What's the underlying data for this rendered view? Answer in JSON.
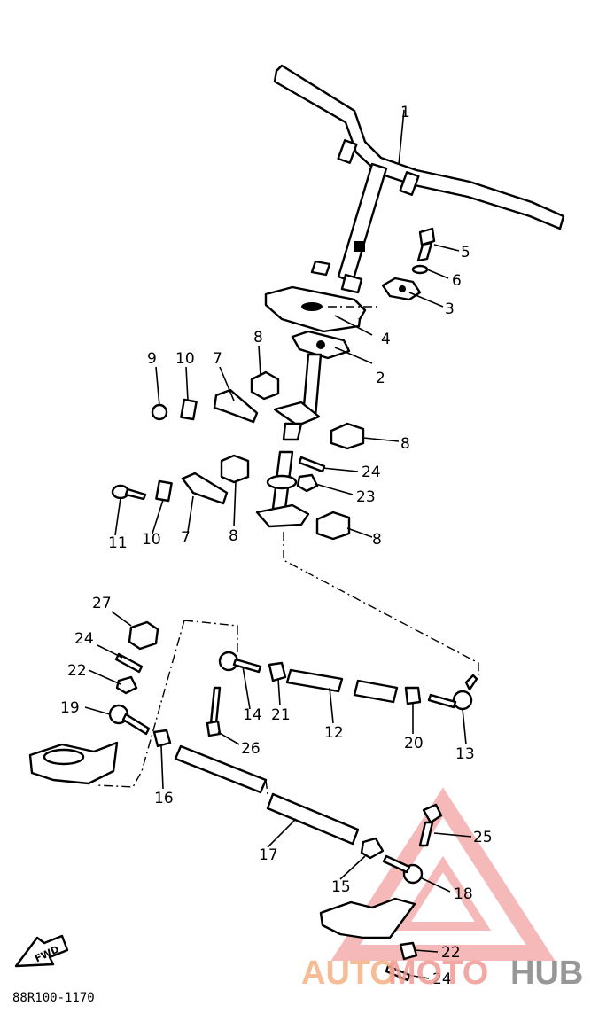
{
  "diagram": {
    "part_labels": {
      "p1": "1",
      "p2": "2",
      "p3": "3",
      "p4": "4",
      "p5": "5",
      "p6": "6",
      "p7a": "7",
      "p7b": "7",
      "p8a": "8",
      "p8b": "8",
      "p8c": "8",
      "p8d": "8",
      "p9": "9",
      "p10a": "10",
      "p10b": "10",
      "p11": "11",
      "p12": "12",
      "p13": "13",
      "p14": "14",
      "p15": "15",
      "p16": "16",
      "p17": "17",
      "p18": "18",
      "p19": "19",
      "p20": "20",
      "p21": "21",
      "p22a": "22",
      "p22b": "22",
      "p23": "23",
      "p24a": "24",
      "p24b": "24",
      "p24c": "24",
      "p25": "25",
      "p26": "26",
      "p27": "27"
    },
    "forward_arrow_label": "FWD",
    "drawing_code": "88R100-1170"
  },
  "watermark": {
    "part1": "AUTO",
    "part2": "MOTO",
    "part3": "HUB",
    "color_auto": "#f4b183",
    "color_moto": "#f09a93",
    "color_hub": "#8c8c8c",
    "triangle_color": "#f08080"
  }
}
